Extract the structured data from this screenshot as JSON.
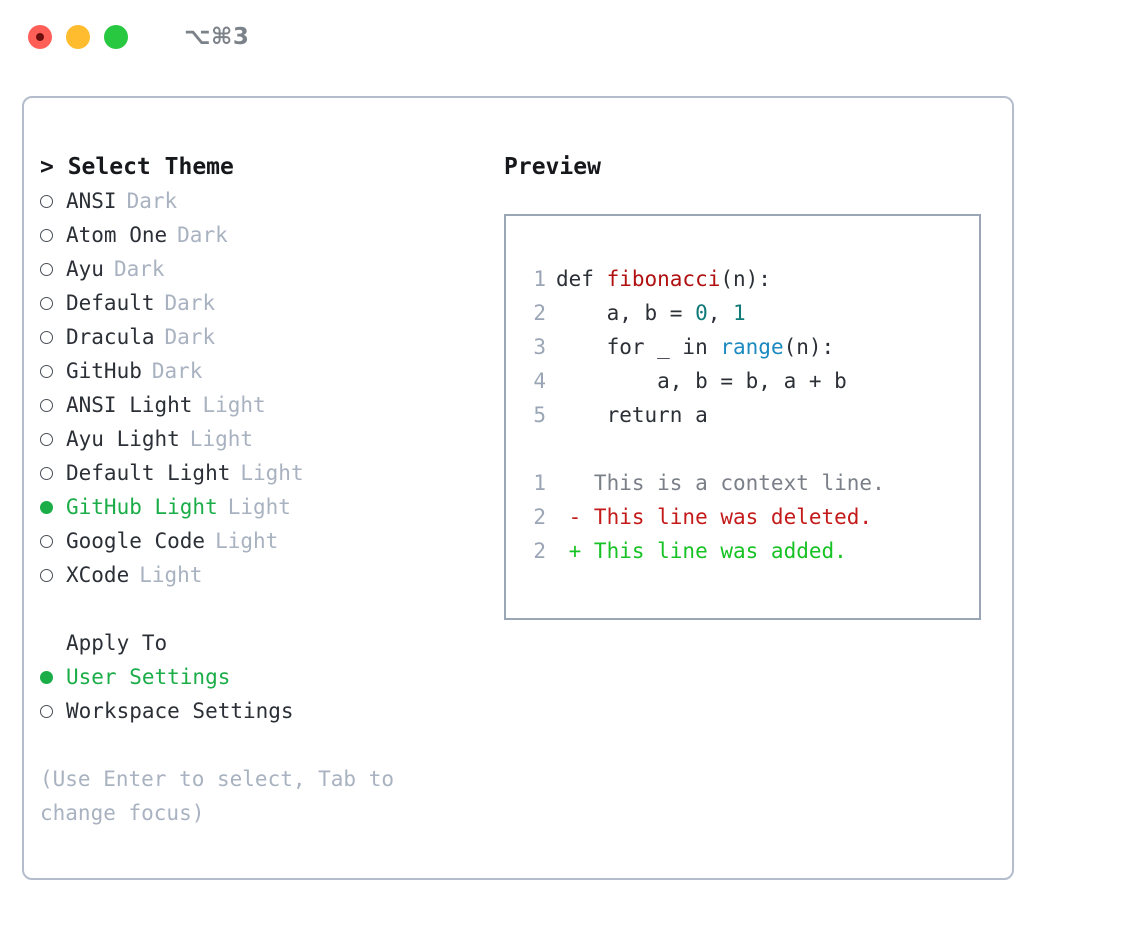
{
  "window": {
    "title": "⌥⌘3",
    "traffic_lights": [
      {
        "name": "close-button",
        "color": "#ff5f57"
      },
      {
        "name": "minimize-button",
        "color": "#febc2e"
      },
      {
        "name": "maximize-button",
        "color": "#28c840"
      }
    ]
  },
  "theme_picker": {
    "heading": "> Select Theme",
    "items": [
      {
        "name": "ANSI",
        "tag": "Dark",
        "selected": false
      },
      {
        "name": "Atom One",
        "tag": "Dark",
        "selected": false
      },
      {
        "name": "Ayu",
        "tag": "Dark",
        "selected": false
      },
      {
        "name": "Default",
        "tag": "Dark",
        "selected": false
      },
      {
        "name": "Dracula",
        "tag": "Dark",
        "selected": false
      },
      {
        "name": "GitHub",
        "tag": "Dark",
        "selected": false
      },
      {
        "name": "ANSI Light",
        "tag": "Light",
        "selected": false
      },
      {
        "name": "Ayu Light",
        "tag": "Light",
        "selected": false
      },
      {
        "name": "Default Light",
        "tag": "Light",
        "selected": false
      },
      {
        "name": "GitHub Light",
        "tag": "Light",
        "selected": true
      },
      {
        "name": "Google Code",
        "tag": "Light",
        "selected": false
      },
      {
        "name": "XCode",
        "tag": "Light",
        "selected": false
      }
    ]
  },
  "apply_to": {
    "heading": "Apply To",
    "options": [
      {
        "label": "User Settings",
        "selected": true
      },
      {
        "label": "Workspace Settings",
        "selected": false
      }
    ]
  },
  "hint": "(Use Enter to select, Tab to change focus)",
  "preview": {
    "heading": "Preview",
    "code_lines": [
      {
        "no": "1",
        "indent": "",
        "segments": [
          {
            "text": "def ",
            "style": "plain"
          },
          {
            "text": "fibonacci",
            "style": "fn"
          },
          {
            "text": "(n):",
            "style": "plain"
          }
        ]
      },
      {
        "no": "2",
        "indent": "    ",
        "segments": [
          {
            "text": "a, b = ",
            "style": "plain"
          },
          {
            "text": "0",
            "style": "num"
          },
          {
            "text": ", ",
            "style": "plain"
          },
          {
            "text": "1",
            "style": "num"
          }
        ]
      },
      {
        "no": "3",
        "indent": "    ",
        "segments": [
          {
            "text": "for _ in ",
            "style": "plain"
          },
          {
            "text": "range",
            "style": "call"
          },
          {
            "text": "(n):",
            "style": "plain"
          }
        ]
      },
      {
        "no": "4",
        "indent": "        ",
        "segments": [
          {
            "text": "a, b = b, a + b",
            "style": "plain"
          }
        ]
      },
      {
        "no": "5",
        "indent": "    ",
        "segments": [
          {
            "text": "return a",
            "style": "plain"
          }
        ]
      }
    ],
    "diff_lines": [
      {
        "no": "1",
        "marker": " ",
        "text": "This is a context line.",
        "kind": "context"
      },
      {
        "no": "2",
        "marker": "-",
        "text": "This line was deleted.",
        "kind": "deleted"
      },
      {
        "no": "2",
        "marker": "+",
        "text": "This line was added.",
        "kind": "added"
      }
    ]
  },
  "colors": {
    "accent_green": "#1aad48",
    "diff_added": "#17c224",
    "diff_deleted": "#c41a1a",
    "token_function": "#b01010",
    "token_number": "#0f7a78",
    "token_call": "#1a8ac0",
    "muted": "#a9b2c0",
    "border": "#b4bdcb"
  }
}
